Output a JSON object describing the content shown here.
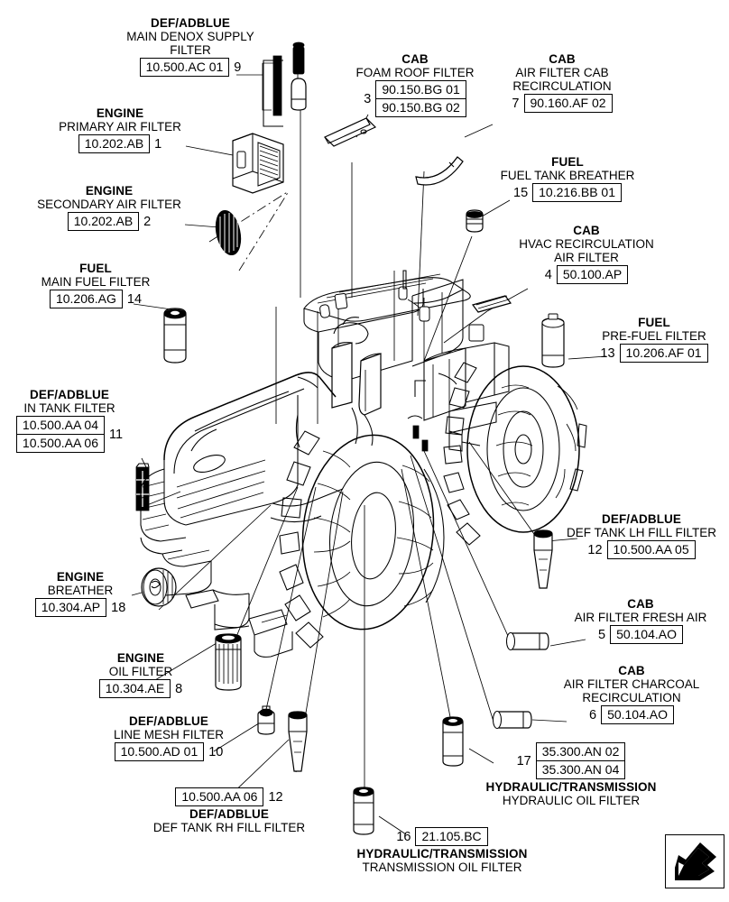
{
  "sheet": {
    "title": "Filters exploded parts diagram",
    "machine": "tractor"
  },
  "logo": {
    "name": "arrow-corner-logo"
  },
  "callouts": [
    {
      "id": "main-denox-supply-filter",
      "group": "DEF/ADBLUE",
      "name": "MAIN DENOX SUPPLY FILTER",
      "name_lines": [
        "MAIN DENOX SUPPLY",
        "FILTER"
      ],
      "parts": [
        "10.500.AC 01"
      ],
      "index": "9",
      "index_side": "right"
    },
    {
      "id": "primary-air-filter",
      "group": "ENGINE",
      "name": "PRIMARY AIR FILTER",
      "name_lines": [
        "PRIMARY AIR FILTER"
      ],
      "parts": [
        "10.202.AB"
      ],
      "index": "1",
      "index_side": "right"
    },
    {
      "id": "secondary-air-filter",
      "group": "ENGINE",
      "name": "SECONDARY AIR FILTER",
      "name_lines": [
        "SECONDARY AIR FILTER"
      ],
      "parts": [
        "10.202.AB"
      ],
      "index": "2",
      "index_side": "right"
    },
    {
      "id": "main-fuel-filter",
      "group": "FUEL",
      "name": "MAIN FUEL FILTER",
      "name_lines": [
        "MAIN FUEL FILTER"
      ],
      "parts": [
        "10.206.AG"
      ],
      "index": "14",
      "index_side": "right"
    },
    {
      "id": "foam-roof-filter",
      "group": "CAB",
      "name": "FOAM ROOF FILTER",
      "name_lines": [
        "FOAM ROOF FILTER"
      ],
      "parts": [
        "90.150.BG 01",
        "90.150.BG 02"
      ],
      "index": "3",
      "index_side": "left"
    },
    {
      "id": "air-filter-cab-recirculation",
      "group": "CAB",
      "name": "AIR FILTER CAB RECIRCULATION",
      "name_lines": [
        "AIR FILTER CAB",
        "RECIRCULATION"
      ],
      "parts": [
        "90.160.AF 02"
      ],
      "index": "7",
      "index_side": "left"
    },
    {
      "id": "fuel-tank-breather",
      "group": "FUEL",
      "name": "FUEL TANK BREATHER",
      "name_lines": [
        "FUEL TANK BREATHER"
      ],
      "parts": [
        "10.216.BB 01"
      ],
      "index": "15",
      "index_side": "left"
    },
    {
      "id": "hvac-recirculation-air-filter",
      "group": "CAB",
      "name": "HVAC RECIRCULATION AIR FILTER",
      "name_lines": [
        "HVAC RECIRCULATION",
        "AIR FILTER"
      ],
      "parts": [
        "50.100.AP"
      ],
      "index": "4",
      "index_side": "left"
    },
    {
      "id": "pre-fuel-filter",
      "group": "FUEL",
      "name": "PRE-FUEL FILTER",
      "name_lines": [
        "PRE-FUEL FILTER"
      ],
      "parts": [
        "10.206.AF 01"
      ],
      "index": "13",
      "index_side": "left"
    },
    {
      "id": "in-tank-filter",
      "group": "DEF/ADBLUE",
      "name": "IN TANK FILTER",
      "name_lines": [
        "IN TANK FILTER"
      ],
      "parts": [
        "10.500.AA 04",
        "10.500.AA 06"
      ],
      "index": "11",
      "index_side": "right"
    },
    {
      "id": "def-tank-lh-fill-filter",
      "group": "DEF/ADBLUE",
      "name": "DEF TANK LH FILL FILTER",
      "name_lines": [
        "DEF TANK LH FILL FILTER"
      ],
      "parts": [
        "10.500.AA 05"
      ],
      "index": "12",
      "index_side": "left"
    },
    {
      "id": "engine-breather",
      "group": "ENGINE",
      "name": "BREATHER",
      "name_lines": [
        "BREATHER"
      ],
      "parts": [
        "10.304.AP"
      ],
      "index": "18",
      "index_side": "right"
    },
    {
      "id": "air-filter-fresh-air",
      "group": "CAB",
      "name": "AIR FILTER FRESH AIR",
      "name_lines": [
        "AIR FILTER FRESH AIR"
      ],
      "parts": [
        "50.104.AO"
      ],
      "index": "5",
      "index_side": "left"
    },
    {
      "id": "engine-oil-filter",
      "group": "ENGINE",
      "name": "OIL FILTER",
      "name_lines": [
        "OIL FILTER"
      ],
      "parts": [
        "10.304.AE"
      ],
      "index": "8",
      "index_side": "right"
    },
    {
      "id": "air-filter-charcoal-recirculation",
      "group": "CAB",
      "name": "AIR FILTER CHARCOAL RECIRCULATION",
      "name_lines": [
        "AIR FILTER CHARCOAL",
        "RECIRCULATION"
      ],
      "parts": [
        "50.104.AO"
      ],
      "index": "6",
      "index_side": "left"
    },
    {
      "id": "line-mesh-filter",
      "group": "DEF/ADBLUE",
      "name": "LINE MESH FILTER",
      "name_lines": [
        "LINE MESH FILTER"
      ],
      "parts": [
        "10.500.AD 01"
      ],
      "index": "10",
      "index_side": "right"
    },
    {
      "id": "hydraulic-oil-filter",
      "group": "HYDRAULIC/TRANSMISSION",
      "name": "HYDRAULIC OIL FILTER",
      "name_lines": [
        "HYDRAULIC OIL FILTER"
      ],
      "parts": [
        "35.300.AN 02",
        "35.300.AN 04"
      ],
      "index": "17",
      "index_side": "left",
      "label_position": "below"
    },
    {
      "id": "def-tank-rh-fill-filter",
      "group": "DEF/ADBLUE",
      "name": "DEF TANK RH FILL FILTER",
      "name_lines": [
        "DEF TANK RH FILL FILTER"
      ],
      "parts": [
        "10.500.AA 06"
      ],
      "index": "12",
      "index_side": "right",
      "label_position": "below"
    },
    {
      "id": "transmission-oil-filter",
      "group": "HYDRAULIC/TRANSMISSION",
      "name": "TRANSMISSION OIL FILTER",
      "name_lines": [
        "TRANSMISSION OIL FILTER"
      ],
      "parts": [
        "21.105.BC"
      ],
      "index": "16",
      "index_side": "left",
      "label_position": "below"
    }
  ]
}
